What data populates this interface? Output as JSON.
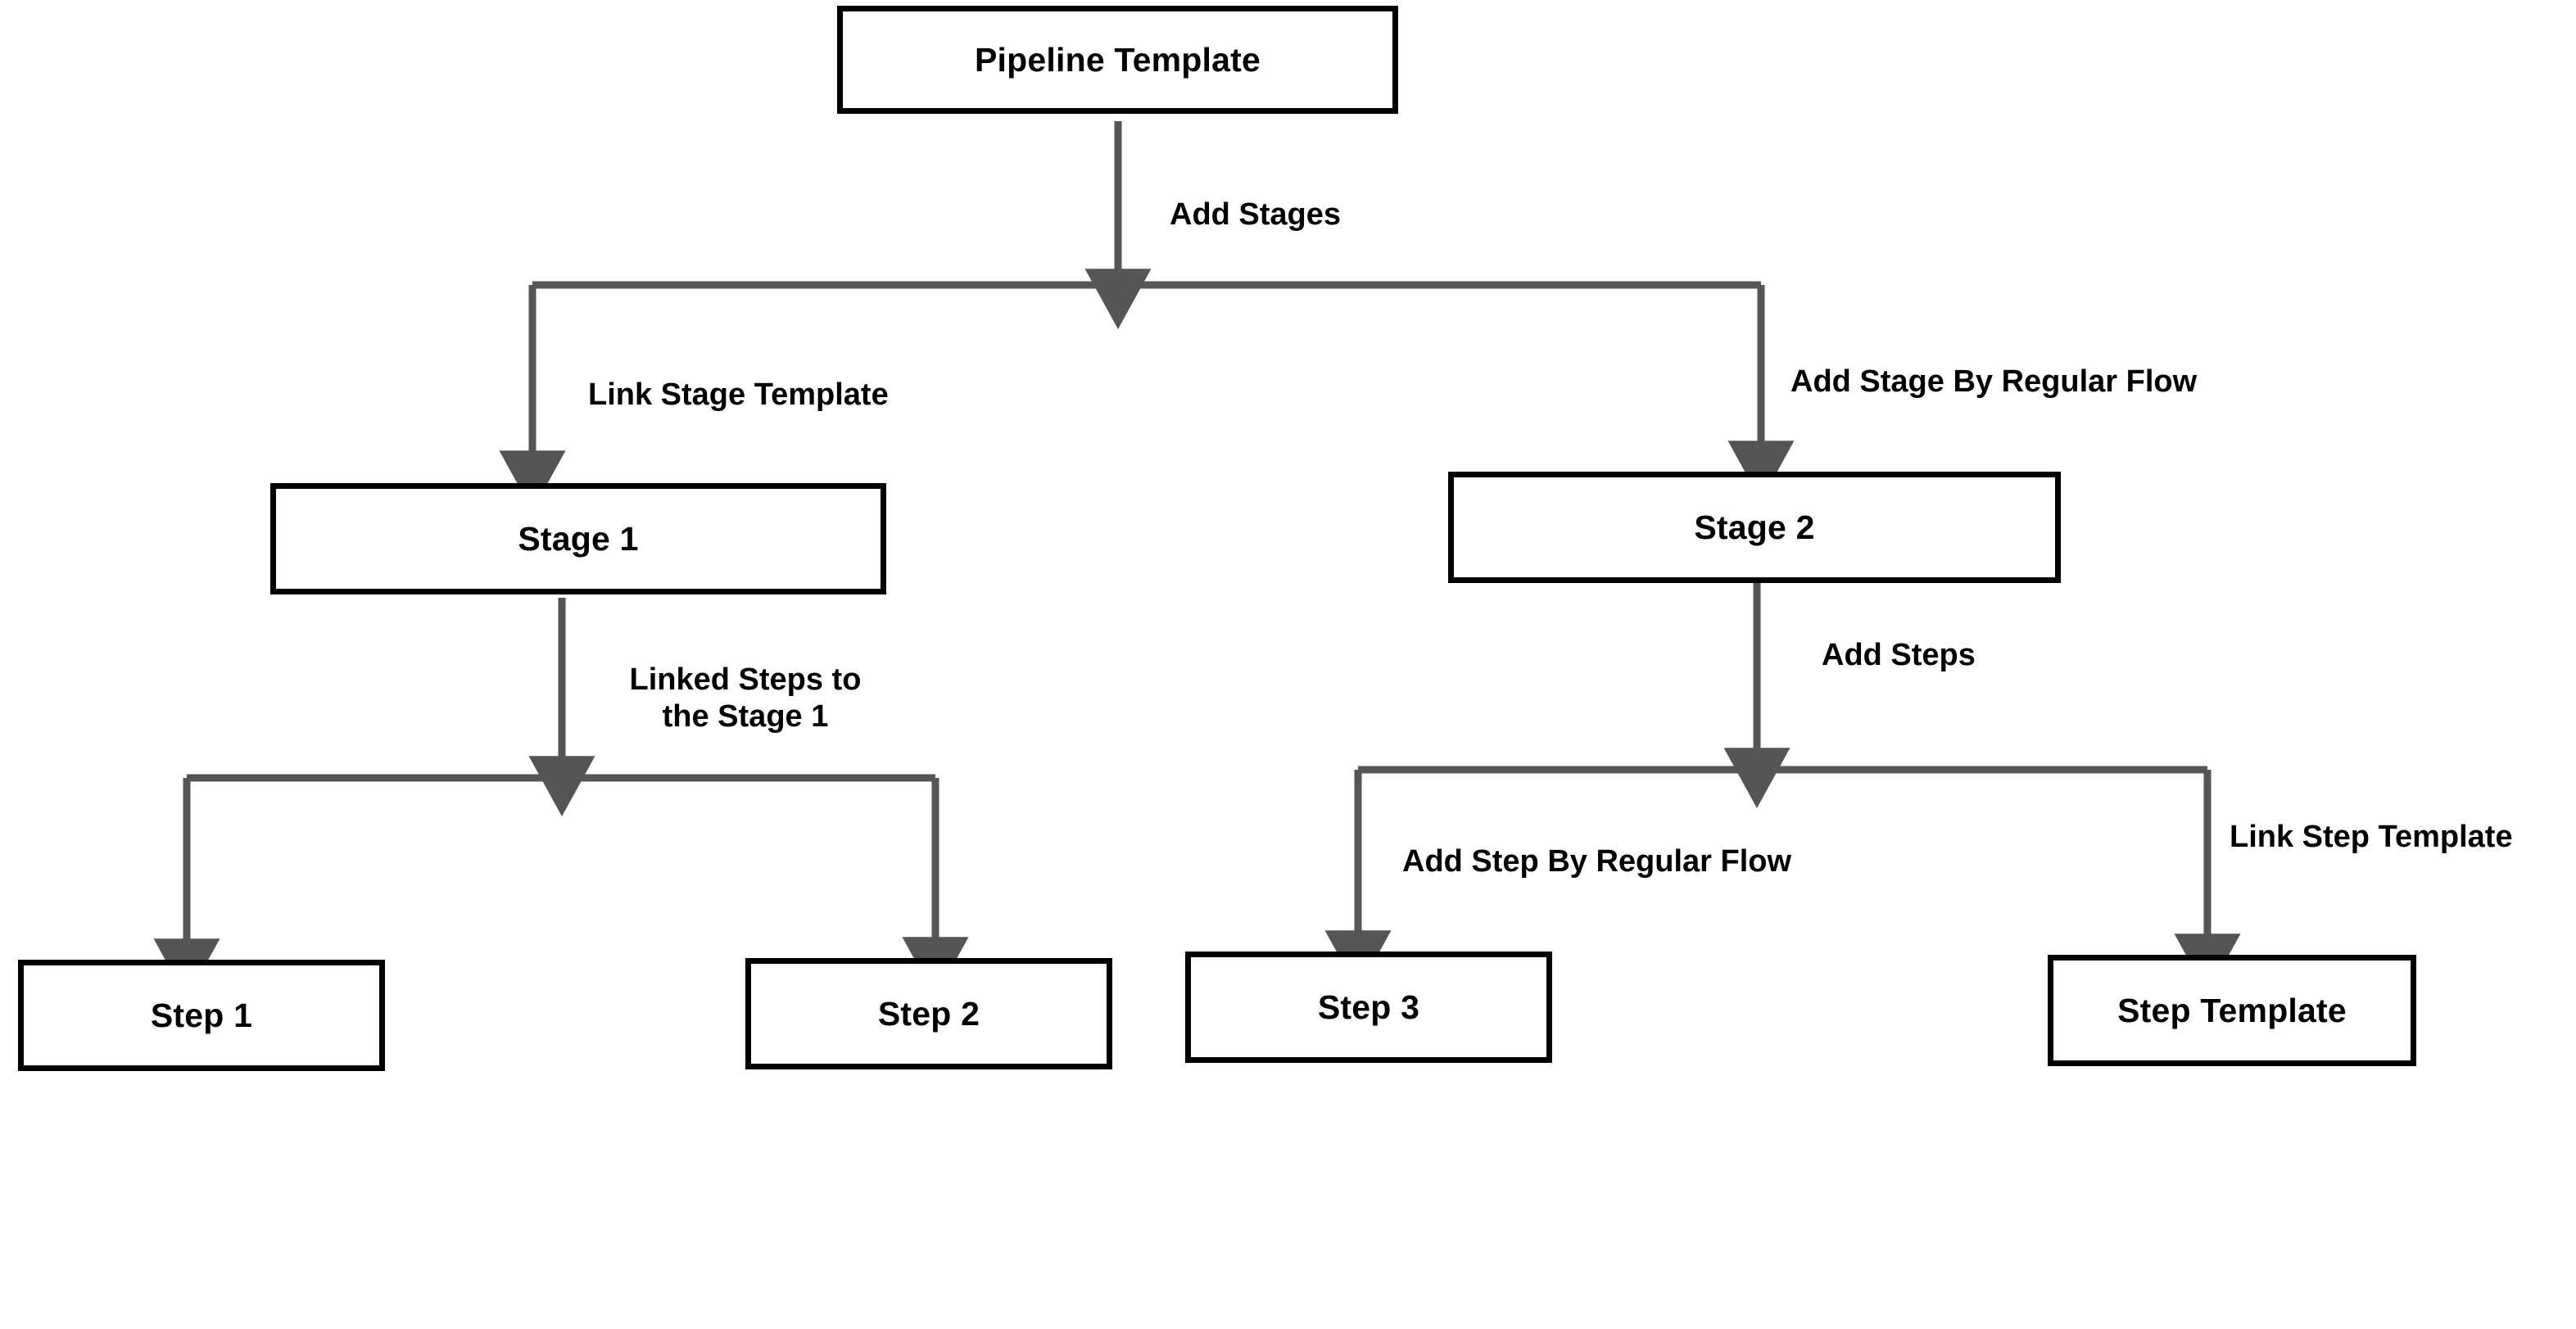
{
  "diagram": {
    "title_node": "Pipeline Template",
    "background_color": "#ffffff",
    "node_border_color": "#000000",
    "connector_color": "#555555",
    "nodes": [
      {
        "id": "pipeline-template",
        "label": "Pipeline Template"
      },
      {
        "id": "stage-1",
        "label": "Stage 1"
      },
      {
        "id": "stage-2",
        "label": "Stage 2"
      },
      {
        "id": "step-1",
        "label": "Step 1"
      },
      {
        "id": "step-2",
        "label": "Step 2"
      },
      {
        "id": "step-3",
        "label": "Step 3"
      },
      {
        "id": "step-template",
        "label": "Step Template"
      }
    ],
    "edges": [
      {
        "id": "add-stages",
        "label": "Add Stages",
        "from": "pipeline-template",
        "to": "stages-split"
      },
      {
        "id": "link-stage-template",
        "label": "Link Stage Template",
        "from": "stages-split",
        "to": "stage-1"
      },
      {
        "id": "add-stage-by-regular-flow",
        "label": "Add Stage By Regular Flow",
        "from": "stages-split",
        "to": "stage-2"
      },
      {
        "id": "linked-steps-to-the-stage-1",
        "label_line_1": "Linked Steps to",
        "label_line_2": "the Stage 1",
        "from": "stage-1",
        "to": "steps-split-left"
      },
      {
        "id": "add-steps",
        "label": "Add Steps",
        "from": "stage-2",
        "to": "steps-split-right"
      },
      {
        "id": "add-step-by-regular-flow",
        "label": "Add Step By Regular Flow",
        "from": "steps-split-right",
        "to": "step-3"
      },
      {
        "id": "link-step-template",
        "label": "Link Step Template",
        "from": "steps-split-right",
        "to": "step-template"
      }
    ]
  }
}
